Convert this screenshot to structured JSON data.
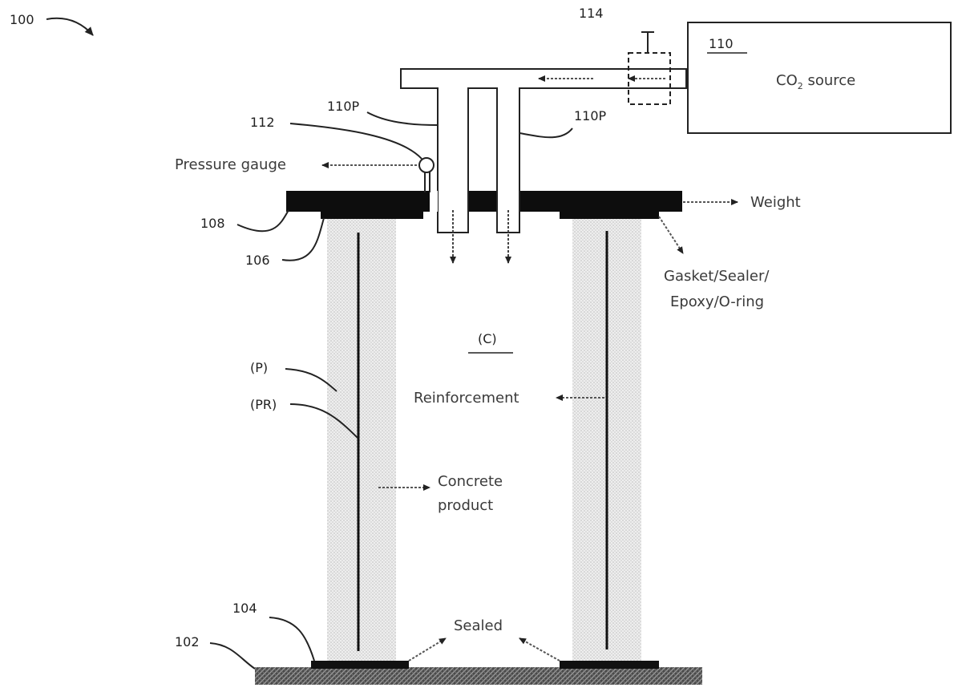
{
  "figure": {
    "figure_number": "100",
    "refs": {
      "r102": "102",
      "r104": "104",
      "r106": "106",
      "r108": "108",
      "r110": "110",
      "r110p_left": "110P",
      "r110p_right": "110P",
      "r112": "112",
      "r114": "114",
      "rC": "(C)",
      "rP": "(P)",
      "rPR": "(PR)"
    },
    "labels": {
      "co2_main": "CO",
      "co2_sub": "2",
      "co2_rest": " source",
      "pressure_gauge": "Pressure gauge",
      "weight": "Weight",
      "gasket_line1": "Gasket/Sealer/",
      "gasket_line2": "Epoxy/O-ring",
      "reinforcement": "Reinforcement",
      "concrete_line1": "Concrete",
      "concrete_line2": "product",
      "sealed": "Sealed"
    }
  }
}
